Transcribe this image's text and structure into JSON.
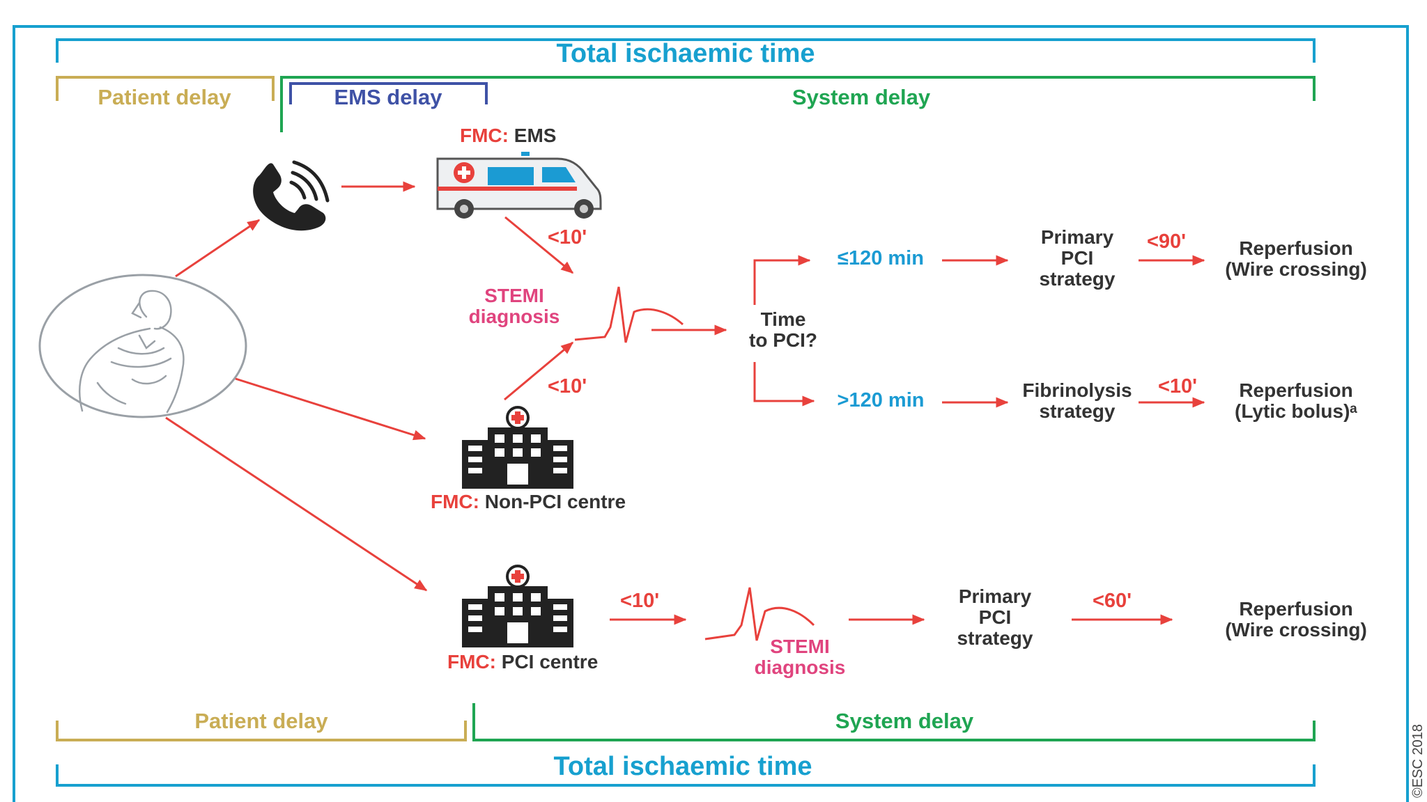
{
  "header": {
    "total_time_top": "Total ischaemic time",
    "patient_delay_top": "Patient delay",
    "ems_delay": "EMS delay",
    "system_delay_top": "System delay"
  },
  "footer": {
    "patient_delay_bottom": "Patient delay",
    "system_delay_bottom": "System delay",
    "total_time_bottom": "Total ischaemic time"
  },
  "fmc_prefix": "FMC:",
  "ems": {
    "label": "EMS",
    "delay": "<10'"
  },
  "stemi_top": {
    "line1": "STEMI",
    "line2": "diagnosis"
  },
  "nonpci": {
    "label": "Non-PCI centre",
    "delay": "<10'"
  },
  "decision": {
    "line1": "Time",
    "line2": "to PCI?"
  },
  "branch_fast": {
    "time": "≤120 min",
    "strategy": [
      "Primary",
      "PCI",
      "strategy"
    ],
    "delay": "<90'",
    "outcome": [
      "Reperfusion",
      "(Wire crossing)"
    ]
  },
  "branch_slow": {
    "time": ">120 min",
    "strategy": [
      "Fibrinolysis",
      "strategy"
    ],
    "delay": "<10'",
    "outcome": [
      "Reperfusion",
      "(Lytic bolus)ᵃ"
    ]
  },
  "pci_centre": {
    "label": "PCI centre",
    "delay1": "<10'",
    "stemi": {
      "line1": "STEMI",
      "line2": "diagnosis"
    },
    "strategy": [
      "Primary",
      "PCI",
      "strategy"
    ],
    "delay2": "<60'",
    "outcome": [
      "Reperfusion",
      "(Wire crossing)"
    ]
  },
  "copyright": "©ESC 2018",
  "colors": {
    "frame": "#17a0cf",
    "patient": "#c9ad55",
    "ems": "#3f52a6",
    "system": "#1fa552",
    "arrow": "#e8413c",
    "fmc": "#e8413c",
    "stemi": "#e0447e",
    "time": "#1b9bd3"
  },
  "icons": [
    "phone-icon",
    "ambulance-icon",
    "patient-icon",
    "hospital-icon",
    "ecg-icon"
  ]
}
